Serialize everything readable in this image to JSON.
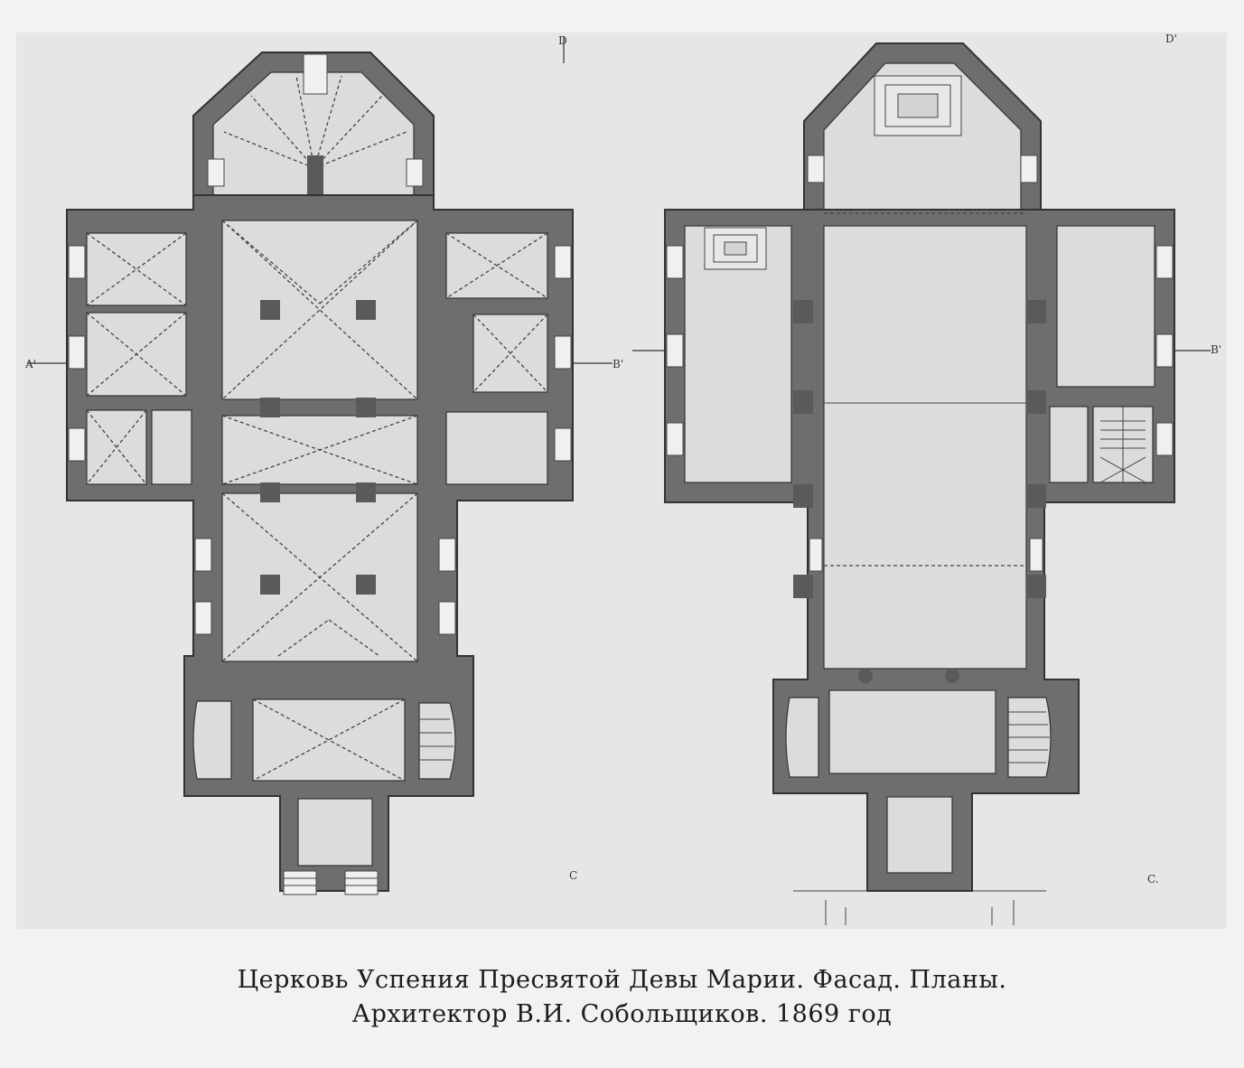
{
  "axis_labels": {
    "left_plan": {
      "top": "D",
      "left": "A'",
      "right": "B'",
      "bottom": "C"
    },
    "right_plan": {
      "top": "D'",
      "right": "B'",
      "bottom": "C."
    }
  },
  "caption": {
    "line1": "Церковь Успения Пресвятой Девы Марии. Фасад. Планы.",
    "line2": "Архитектор В.И. Собольщиков. 1869 год"
  }
}
